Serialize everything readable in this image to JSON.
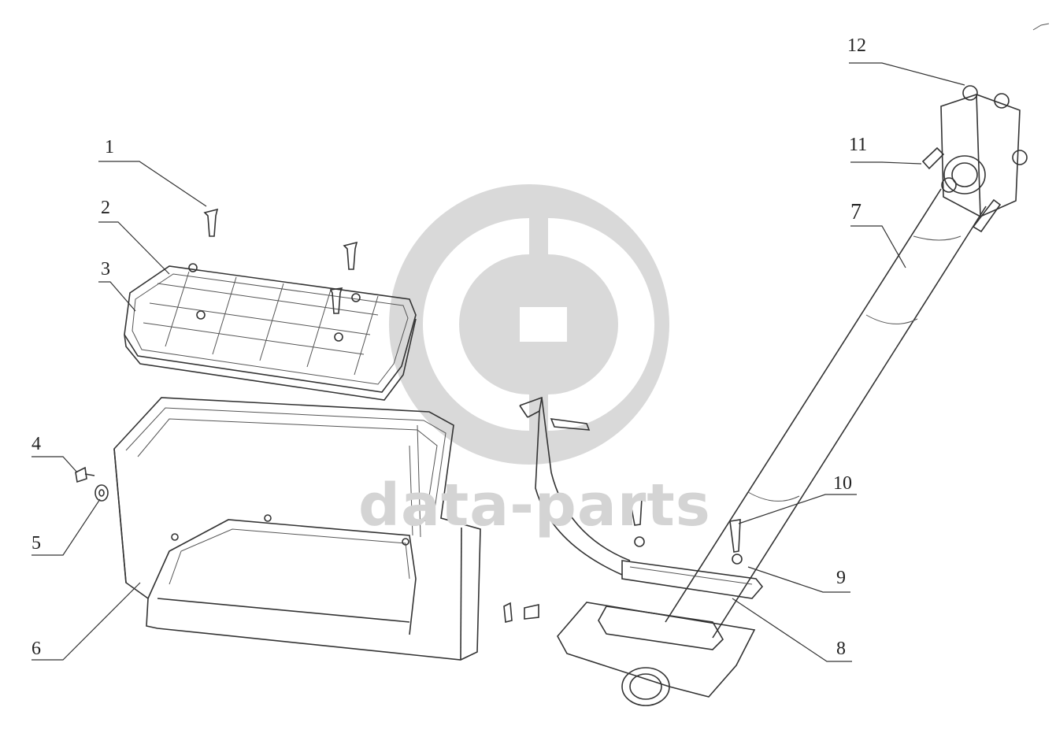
{
  "watermark": {
    "text": "data-parts",
    "color": "#d4d4d4"
  },
  "callouts": [
    {
      "id": "1",
      "label": "1"
    },
    {
      "id": "2",
      "label": "2"
    },
    {
      "id": "3",
      "label": "3"
    },
    {
      "id": "4",
      "label": "4"
    },
    {
      "id": "5",
      "label": "5"
    },
    {
      "id": "6",
      "label": "6"
    },
    {
      "id": "7",
      "label": "7"
    },
    {
      "id": "8",
      "label": "8"
    },
    {
      "id": "9",
      "label": "9"
    },
    {
      "id": "10",
      "label": "10"
    },
    {
      "id": "11",
      "label": "11"
    },
    {
      "id": "12",
      "label": "12"
    }
  ]
}
